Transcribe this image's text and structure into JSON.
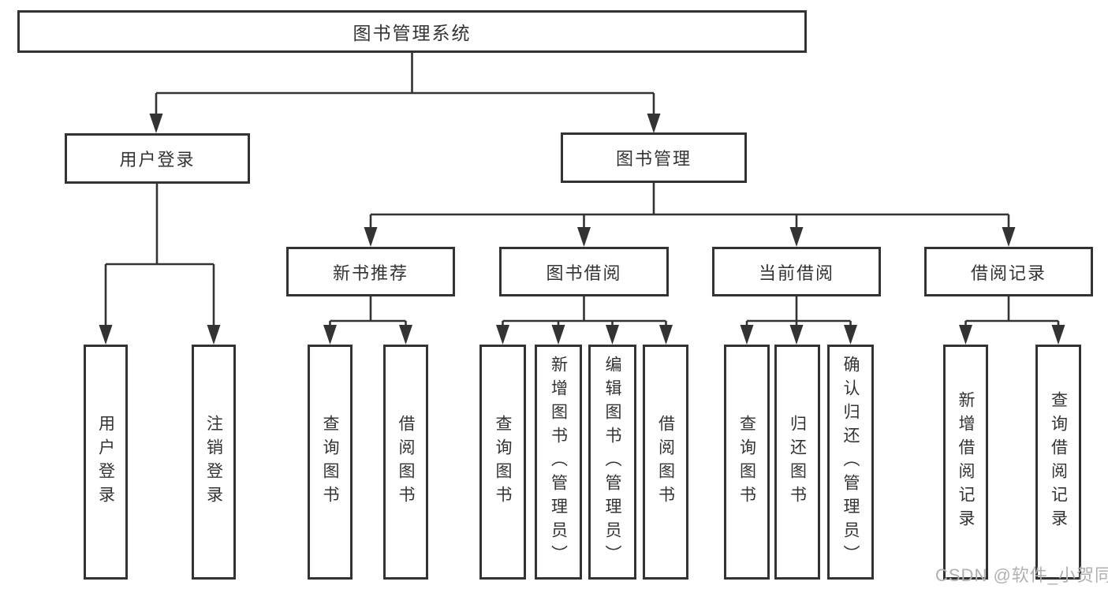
{
  "diagram": {
    "title": "图书管理系统",
    "nodes": {
      "root": {
        "label": "图书管理系统"
      },
      "level2": [
        {
          "label": "用户登录"
        },
        {
          "label": "图书管理"
        }
      ],
      "level3": [
        {
          "label": "新书推荐"
        },
        {
          "label": "图书借阅"
        },
        {
          "label": "当前借阅"
        },
        {
          "label": "借阅记录"
        }
      ],
      "leaves": {
        "user_login": [
          {
            "label": "用户登录"
          },
          {
            "label": "注销登录"
          }
        ],
        "new_book": [
          {
            "label": "查询图书"
          },
          {
            "label": "借阅图书"
          }
        ],
        "book_borrow": [
          {
            "label": "查询图书"
          },
          {
            "label": "新增图书（管理员）"
          },
          {
            "label": "编辑图书（管理员）"
          },
          {
            "label": "借阅图书"
          }
        ],
        "current_borrow": [
          {
            "label": "查询图书"
          },
          {
            "label": "归还图书"
          },
          {
            "label": "确认归还（管理员）"
          }
        ],
        "borrow_record": [
          {
            "label": "新增借阅记录"
          },
          {
            "label": "查询借阅记录"
          }
        ]
      }
    },
    "colors": {
      "line": "#333333",
      "text": "#333333",
      "background": "#ffffff",
      "watermark": "#b0b0b0"
    },
    "watermark": "CSDN @软件_小贺同学"
  }
}
